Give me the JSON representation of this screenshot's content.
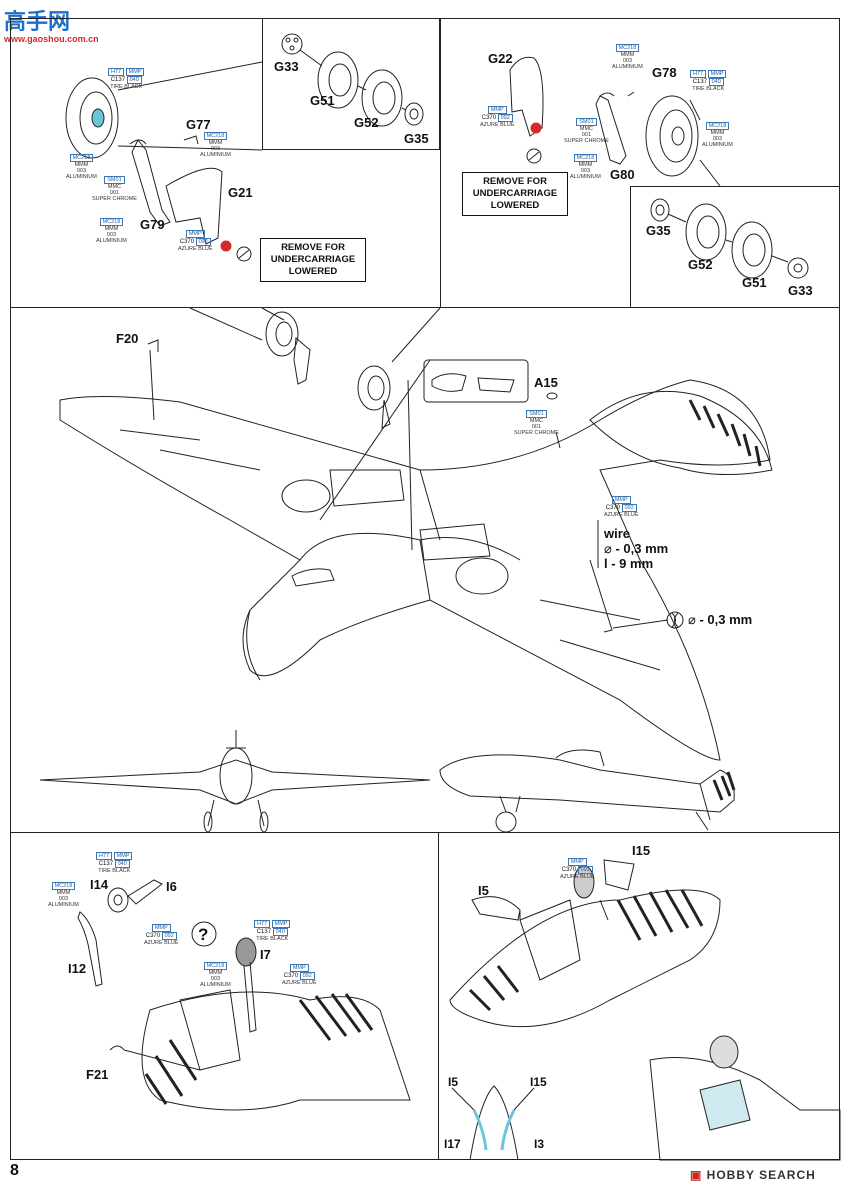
{
  "watermark": {
    "cn": "高手网",
    "site": "www.gaoshou.com.cn",
    "search": "HOBBY SEARCH"
  },
  "page_number": "8",
  "parts": {
    "g33a": "G33",
    "g51a": "G51",
    "g52a": "G52",
    "g35a": "G35",
    "g77": "G77",
    "g21": "G21",
    "g79": "G79",
    "g22": "G22",
    "g78": "G78",
    "g80": "G80",
    "g35b": "G35",
    "g52b": "G52",
    "g51b": "G51",
    "g33b": "G33",
    "f20": "F20",
    "a15": "A15",
    "i14": "I14",
    "i6": "I6",
    "i12": "I12",
    "i7": "I7",
    "f21": "F21",
    "i15a": "I15",
    "i5a": "I5",
    "i5b": "I5",
    "i15b": "I15",
    "i17": "I17",
    "i3": "I3"
  },
  "notes": {
    "remove_left": "REMOVE FOR UNDERCARRIAGE LOWERED",
    "remove_right": "REMOVE FOR UNDERCARRIAGE LOWERED"
  },
  "wire": {
    "title": "wire",
    "diam": "- 0,3 mm",
    "len": "l - 9 mm",
    "drill": "- 0,3 mm"
  },
  "question": "?",
  "paints": {
    "tire": {
      "code": "H77",
      "mmp": "MMP",
      "c": "C137",
      "n": "040",
      "name": "TIRE BLACK"
    },
    "alu": {
      "code": "MC218",
      "m": "MMM",
      "n": "003",
      "name": "ALUMINIUM"
    },
    "chrome": {
      "code": "SM01",
      "m": "MMC",
      "n": "001",
      "name": "SUPER CHROME"
    },
    "azure": {
      "code": "MMP",
      "c": "C370",
      "n": "092",
      "name": "AZURE BLUE"
    }
  }
}
